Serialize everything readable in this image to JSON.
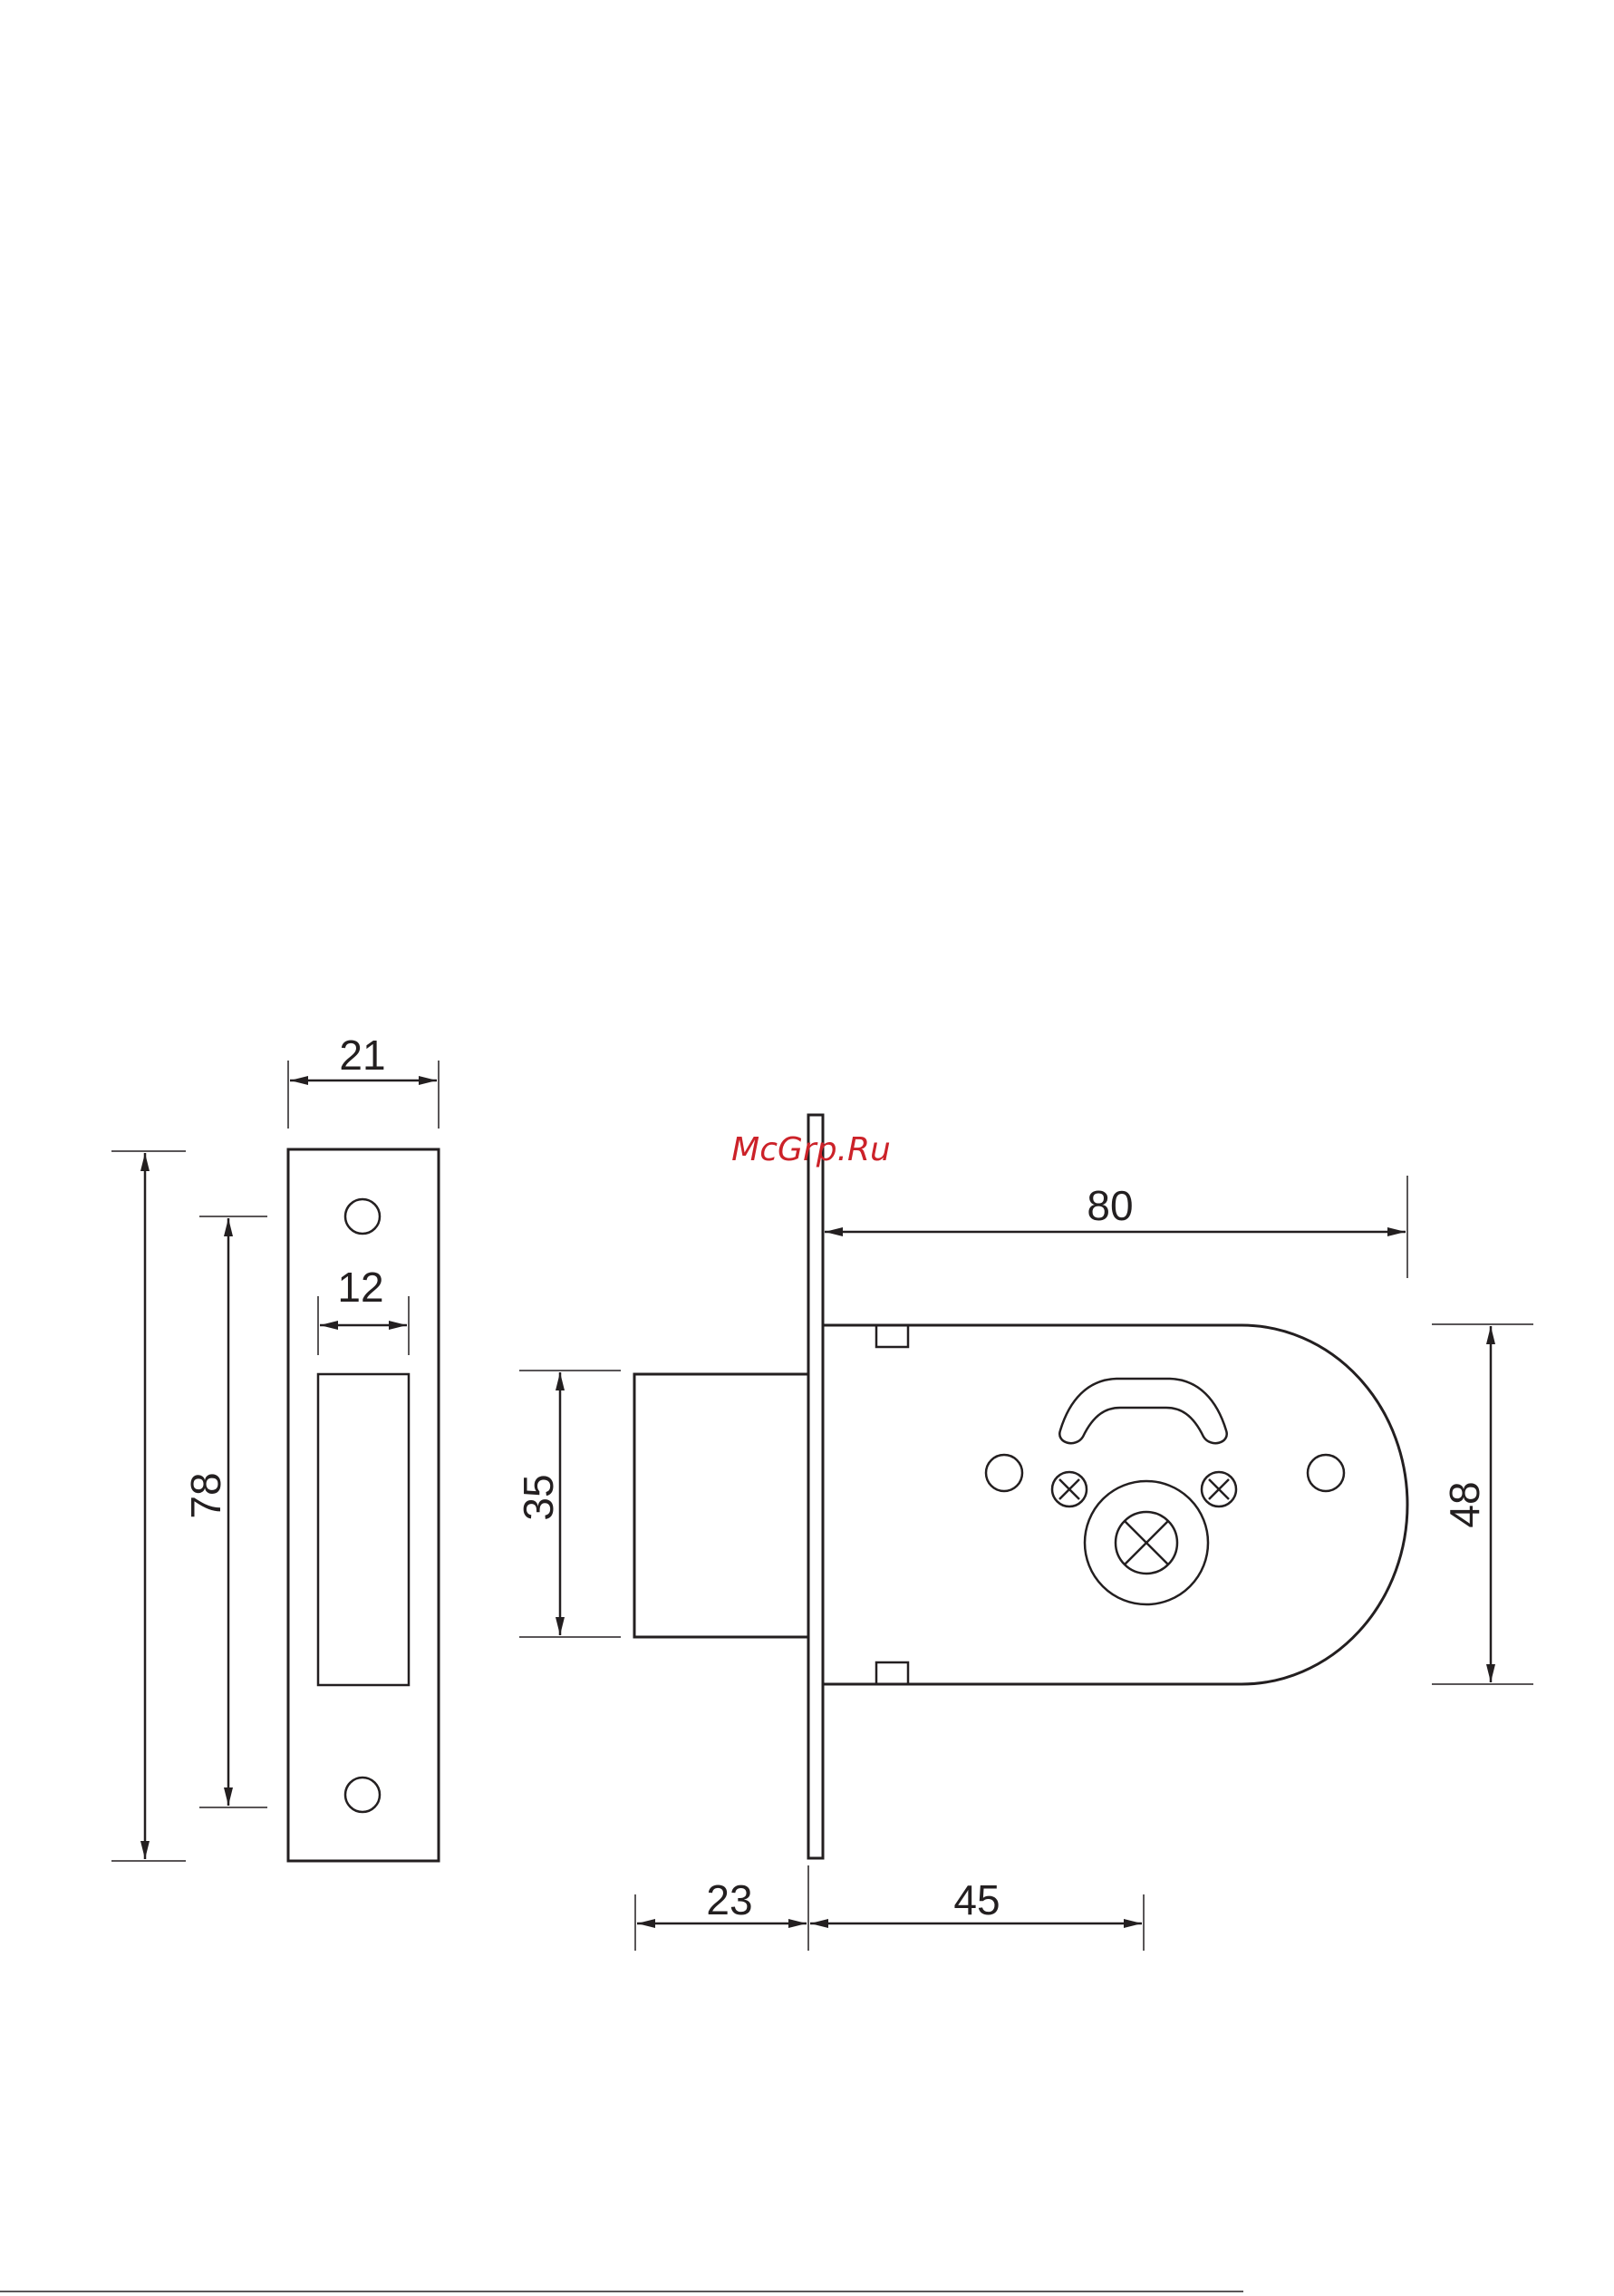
{
  "watermark": "McGrp.Ru",
  "strike_plate": {
    "width_label": "21",
    "opening_label": "12",
    "height_label": "78"
  },
  "lock_body": {
    "backset_label": "80",
    "bolt_height_label": "35",
    "body_height_label": "48",
    "bolt_throw_label": "23",
    "axis_distance_label": "45"
  },
  "colors": {
    "line": "#231f20",
    "watermark": "#cc2229",
    "background": "#ffffff"
  }
}
